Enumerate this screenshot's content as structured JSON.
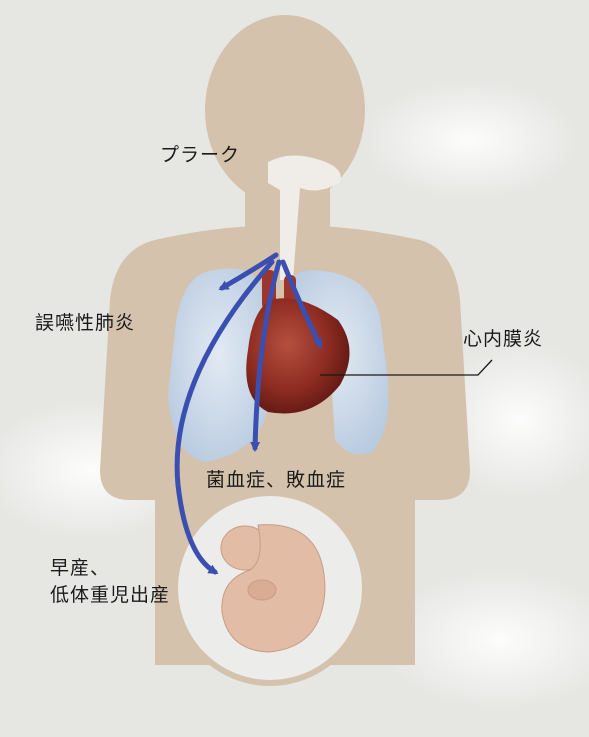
{
  "labels": {
    "plaque": "プラーク",
    "aspiration_pneumonia": "誤嚥性肺炎",
    "endocarditis": "心内膜炎",
    "bacteremia_sepsis": "菌血症、敗血症",
    "preterm_birth_line1": "早産、",
    "preterm_birth_line2": "低体重児出産"
  },
  "colors": {
    "background": "#e6e6e3",
    "body": "#d4c2ac",
    "lungs": "#c9d7e6",
    "heart": "#8e2c22",
    "arrow": "#3a4fb0",
    "womb": "#ececea",
    "fetus": "#e3bca6"
  }
}
